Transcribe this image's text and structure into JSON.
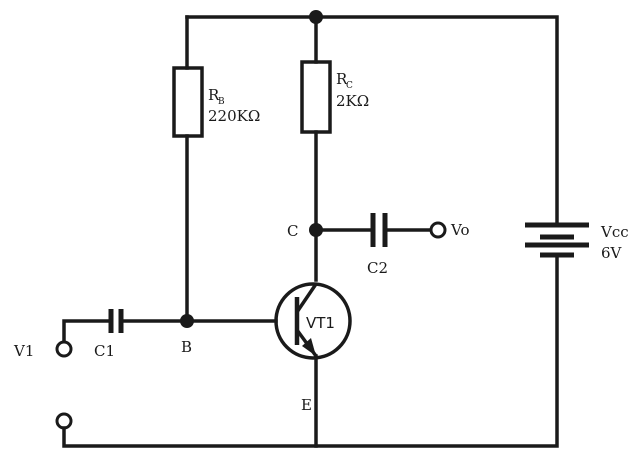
{
  "diagram": {
    "resistor_rb": {
      "letter": "R",
      "subscript": "B",
      "value": "220KΩ"
    },
    "resistor_rc": {
      "letter": "R",
      "subscript": "C",
      "value": "2KΩ"
    },
    "capacitor_c1": {
      "label": "C1"
    },
    "capacitor_c2": {
      "label": "C2"
    },
    "transistor": {
      "label": "VT1"
    },
    "nodes": {
      "collector": "C",
      "base": "B",
      "emitter": "E"
    },
    "terminals": {
      "input": "V1",
      "output": "Vo"
    },
    "supply": {
      "name": "Vcc",
      "voltage": "6V"
    }
  }
}
